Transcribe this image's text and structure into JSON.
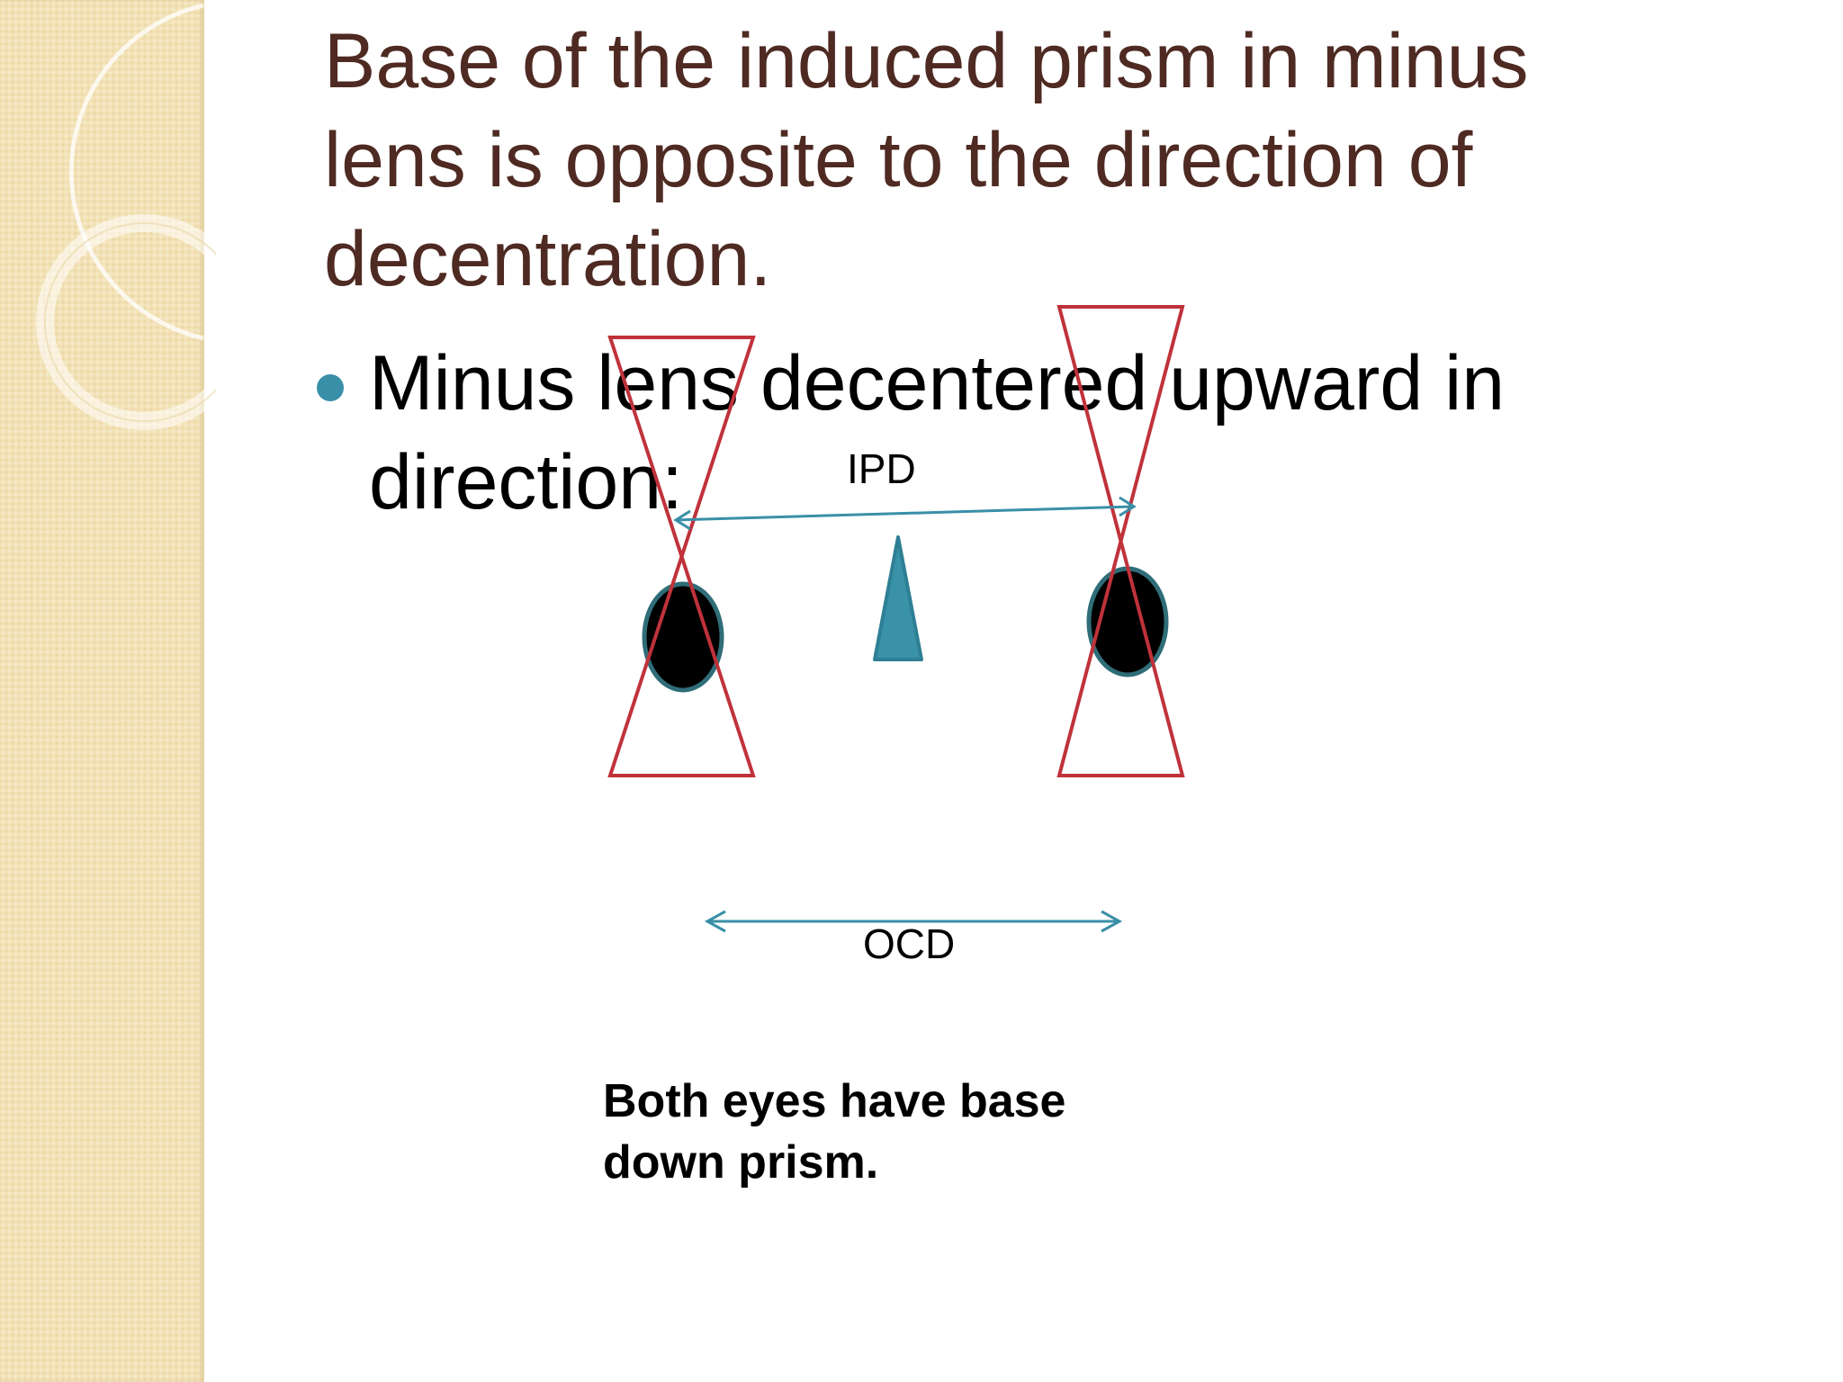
{
  "slide": {
    "title_lines": [
      "Base of the induced prism in minus",
      "lens is opposite to the direction of",
      "decentration."
    ],
    "bullet_lines": [
      "Minus lens decentered upward in",
      "direction:"
    ],
    "labels": {
      "ipd": "IPD",
      "ocd": "OCD"
    },
    "caption_lines": [
      "Both eyes have base",
      "down prism."
    ]
  },
  "colors": {
    "title": "#4e2a22",
    "body_text": "#000000",
    "bullet": "#3a8fa8",
    "lens_outline": "#c0323a",
    "arrow": "#3a8fa8",
    "prism": "#3a92a8",
    "pupil": "#000000",
    "pupil_rim": "#2f6d78",
    "left_band": "#f3e2b6"
  },
  "icons": {
    "bullet": "bullet-dot-icon",
    "nose_prism": "triangle-prism-icon"
  }
}
